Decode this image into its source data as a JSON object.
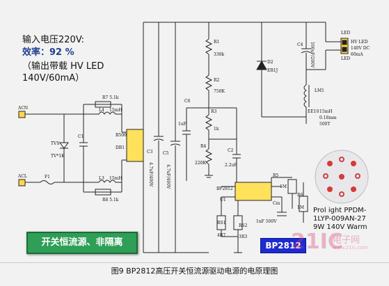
{
  "intro": {
    "line1": "输入电压220V:",
    "line2": "效率：92 %",
    "line3": "（输出带载 HV LED",
    "line4": "140V/60mA）"
  },
  "badges": {
    "topology": "开关恒流源、非隔离",
    "chip": "BP2812"
  },
  "led_module": {
    "text1": "Prol ight PPDM-",
    "text2": "1LYP-009AN-27",
    "text3": "9W 140V Warm"
  },
  "watermark": {
    "main": "21IC",
    "sub": "电子网",
    "url": "www.21ic.com"
  },
  "caption": "图9 BP2812高压开关恒流源驱动电源的电原理图",
  "labels": {
    "acn": "ACN",
    "acl": "ACL",
    "f1": "F1",
    "tvs": "TVS",
    "tvs_val": "TV*1K",
    "c1": "C1",
    "r7": "R7 5.1k",
    "l4": "L4",
    "l4_val": "15mH",
    "l3": "L3",
    "l3_val": "15mH",
    "r8": "R8 5.1k",
    "db1": "DB1",
    "db1_part": "B500",
    "c3": "C3",
    "c3_val": "4.7uF/400V",
    "c5": "C5",
    "c5_val": "4.7uF/400V",
    "c6": "C6",
    "c6_val": "1uF",
    "r1": "R1",
    "r1_val": "330k",
    "r2": "R2",
    "r2_val": "750K",
    "r3": "R3",
    "r3_val": "1k",
    "r4": "R4",
    "r4_val": "220K",
    "c2": "C2",
    "c2_val": "2.2uF",
    "u1_part": "BP2812",
    "u1": "U1",
    "cm": "Cm",
    "cm_val": "1nF 500V",
    "r5": "R5",
    "r5_val": "1M",
    "r6": "R6",
    "r6_val": "1M",
    "rs1": "RS1",
    "rs1_val": "4R7",
    "rs2": "RS2",
    "rs2_val": "3R3",
    "d2": "D2",
    "d2_part": "ER1J",
    "c4": "C4",
    "c4_val": "100uF/200V",
    "lm1": "LM1",
    "lm1_val1": "15mH",
    "lm1_val2": "0.18mm",
    "lm1_val3": "500T",
    "lm1_core": "EE10",
    "led1": "LED",
    "led2": "LED",
    "out1": "HV LED",
    "out2": "140V DC",
    "out3": "60mA"
  }
}
